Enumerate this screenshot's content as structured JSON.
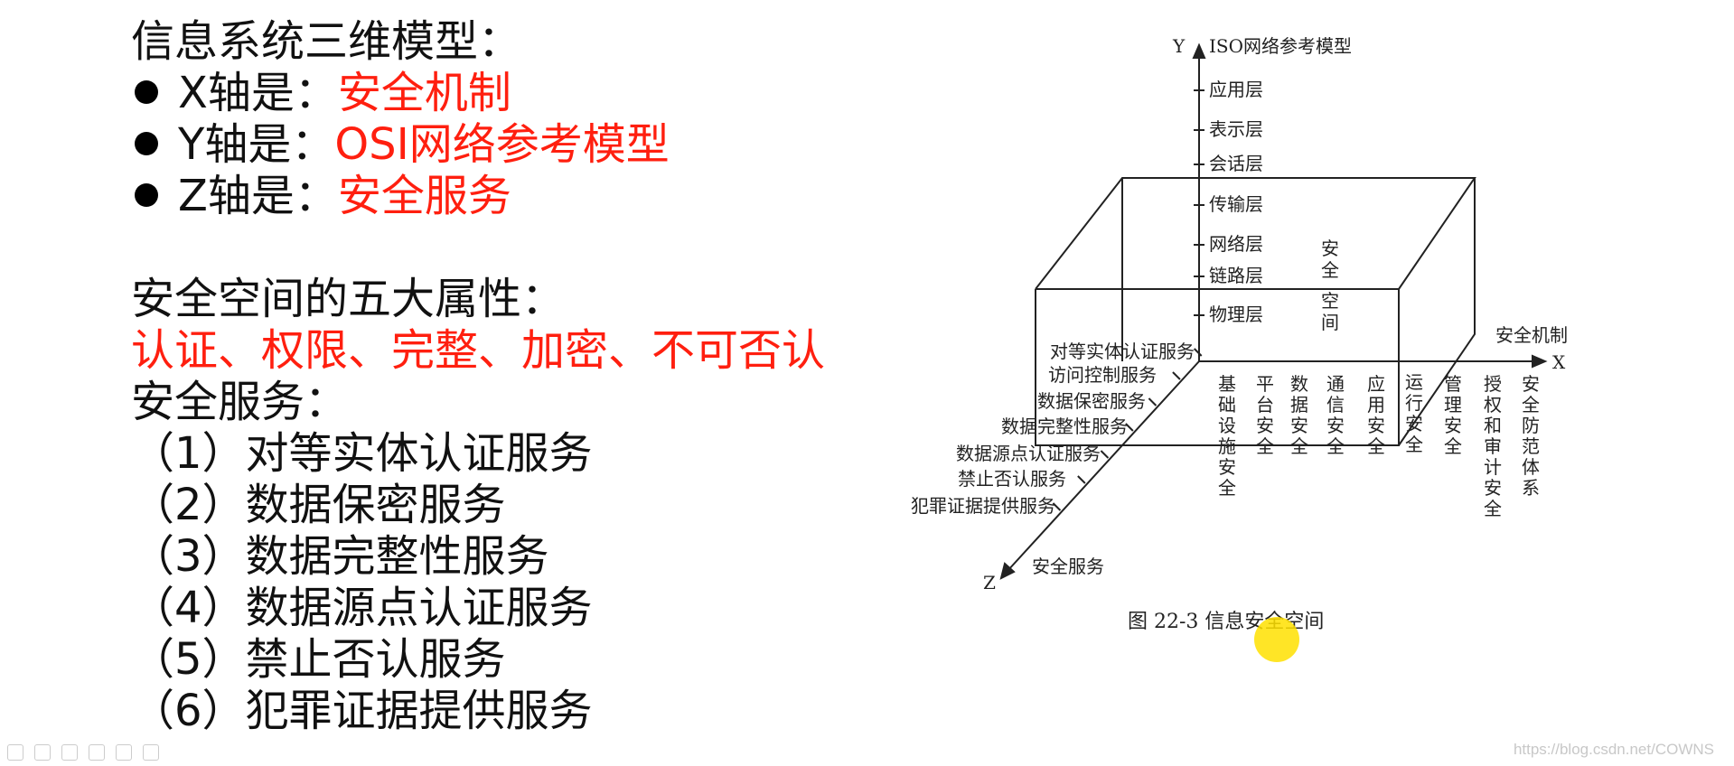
{
  "notes": {
    "title": "信息系统三维模型：",
    "axes": [
      {
        "prefix": "X轴是：",
        "value": "安全机制"
      },
      {
        "prefix": "Y轴是：",
        "value": "OSI网络参考模型"
      },
      {
        "prefix": "Z轴是：",
        "value": "安全服务"
      }
    ],
    "attributes_title": "安全空间的五大属性：",
    "attributes_value": "认证、权限、完整、加密、不可否认",
    "services_title": "安全服务：",
    "services": [
      "（1）对等实体认证服务",
      "（2）数据保密服务",
      "（3）数据完整性服务",
      "（4）数据源点认证服务",
      "（5）禁止否认服务",
      "（6）犯罪证据提供服务"
    ]
  },
  "figure": {
    "y_axis": {
      "letter": "Y",
      "title": "ISO网络参考模型",
      "layers": [
        "应用层",
        "表示层",
        "会话层",
        "传输层",
        "网络层",
        "链路层",
        "物理层"
      ]
    },
    "x_axis": {
      "letter": "X",
      "title": "安全机制",
      "mechanisms": [
        "基础设施安全",
        "平台安全",
        "数据安全",
        "通信安全",
        "应用安全",
        "运行安全",
        "管理安全",
        "授权和审计安全",
        "安全防范体系"
      ]
    },
    "z_axis": {
      "letter": "Z",
      "title": "安全服务",
      "services": [
        "对等实体认证服务",
        "访问控制服务",
        "数据保密服务",
        "数据完整性服务",
        "数据源点认证服务",
        "禁止否认服务",
        "犯罪证据提供服务"
      ]
    },
    "center_label": "安全空间",
    "caption": "图 22-3   信息安全空间"
  },
  "watermark": "https://blog.csdn.net/COWNS"
}
